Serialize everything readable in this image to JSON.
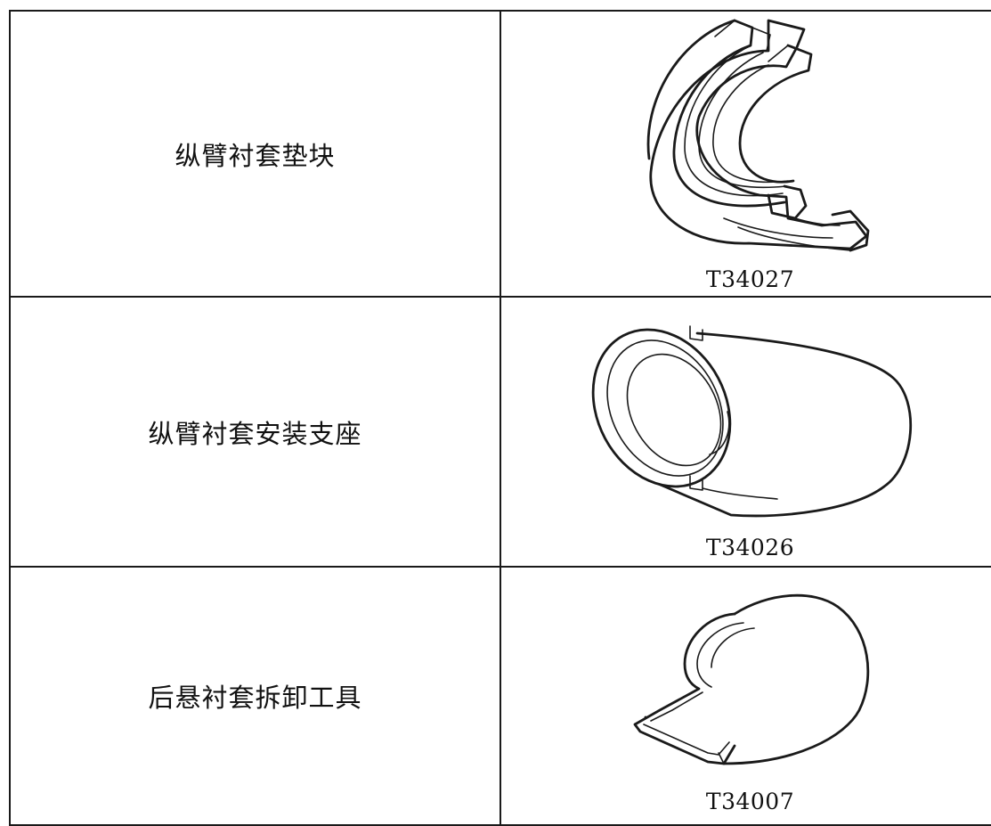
{
  "tools": [
    {
      "name": "纵臂衬套垫块",
      "code": "T34027",
      "icon": "half-ring-spacer-icon"
    },
    {
      "name": "纵臂衬套安装支座",
      "code": "T34026",
      "icon": "sleeve-cup-icon"
    },
    {
      "name": "后悬衬套拆卸工具",
      "code": "T34007",
      "icon": "split-sleeve-icon"
    }
  ]
}
